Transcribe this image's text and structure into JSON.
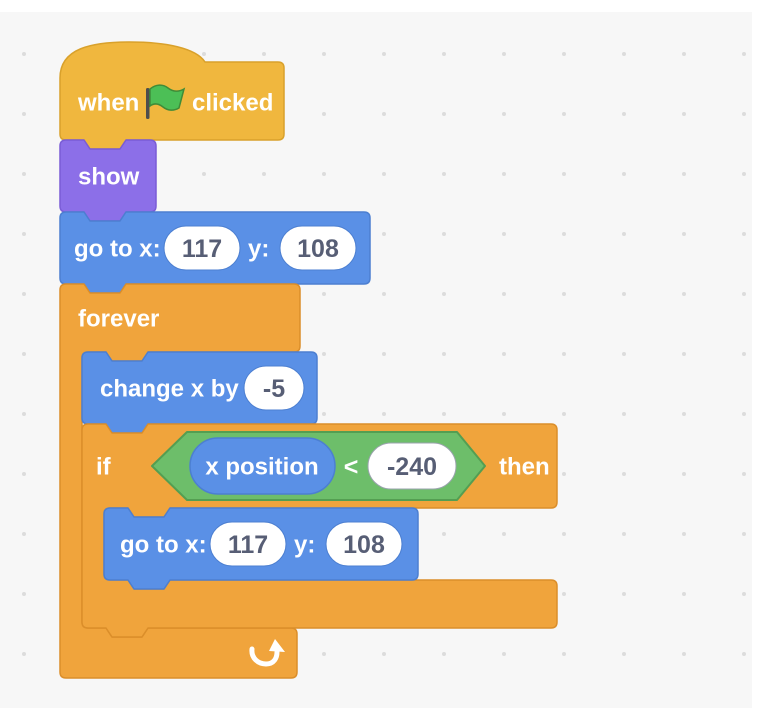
{
  "workspace": {
    "background_color": "#f7f7f7",
    "dot_color": "#dcdcdc",
    "gutter_color": "#ffffff"
  },
  "palette": {
    "events_fill": "#f0b73e",
    "looks_fill": "#8c6fe8",
    "motion_fill": "#5a90e6",
    "control_fill": "#f0a43c",
    "operators_fill": "#6dbe6a",
    "input_fill": "#ffffff",
    "input_text_color": "#575e75",
    "label_text_color": "#ffffff",
    "flag_green": "#4cbf56"
  },
  "script": {
    "when_flag_clicked": {
      "word_before": "when",
      "icon": "green-flag-icon",
      "word_after": "clicked"
    },
    "show": {
      "label": "show"
    },
    "go_to_1": {
      "label_x": "go to x:",
      "x_value": "117",
      "label_y": "y:",
      "y_value": "108"
    },
    "forever": {
      "label": "forever",
      "icon": "loop-arrow-icon"
    },
    "change_x_by": {
      "label": "change x by",
      "value": "-5"
    },
    "if_then": {
      "label_if": "if",
      "label_then": "then",
      "condition": {
        "reporter": "x position",
        "operator": "<",
        "value": "-240"
      }
    },
    "go_to_2": {
      "label_x": "go to x:",
      "x_value": "117",
      "label_y": "y:",
      "y_value": "108"
    }
  }
}
